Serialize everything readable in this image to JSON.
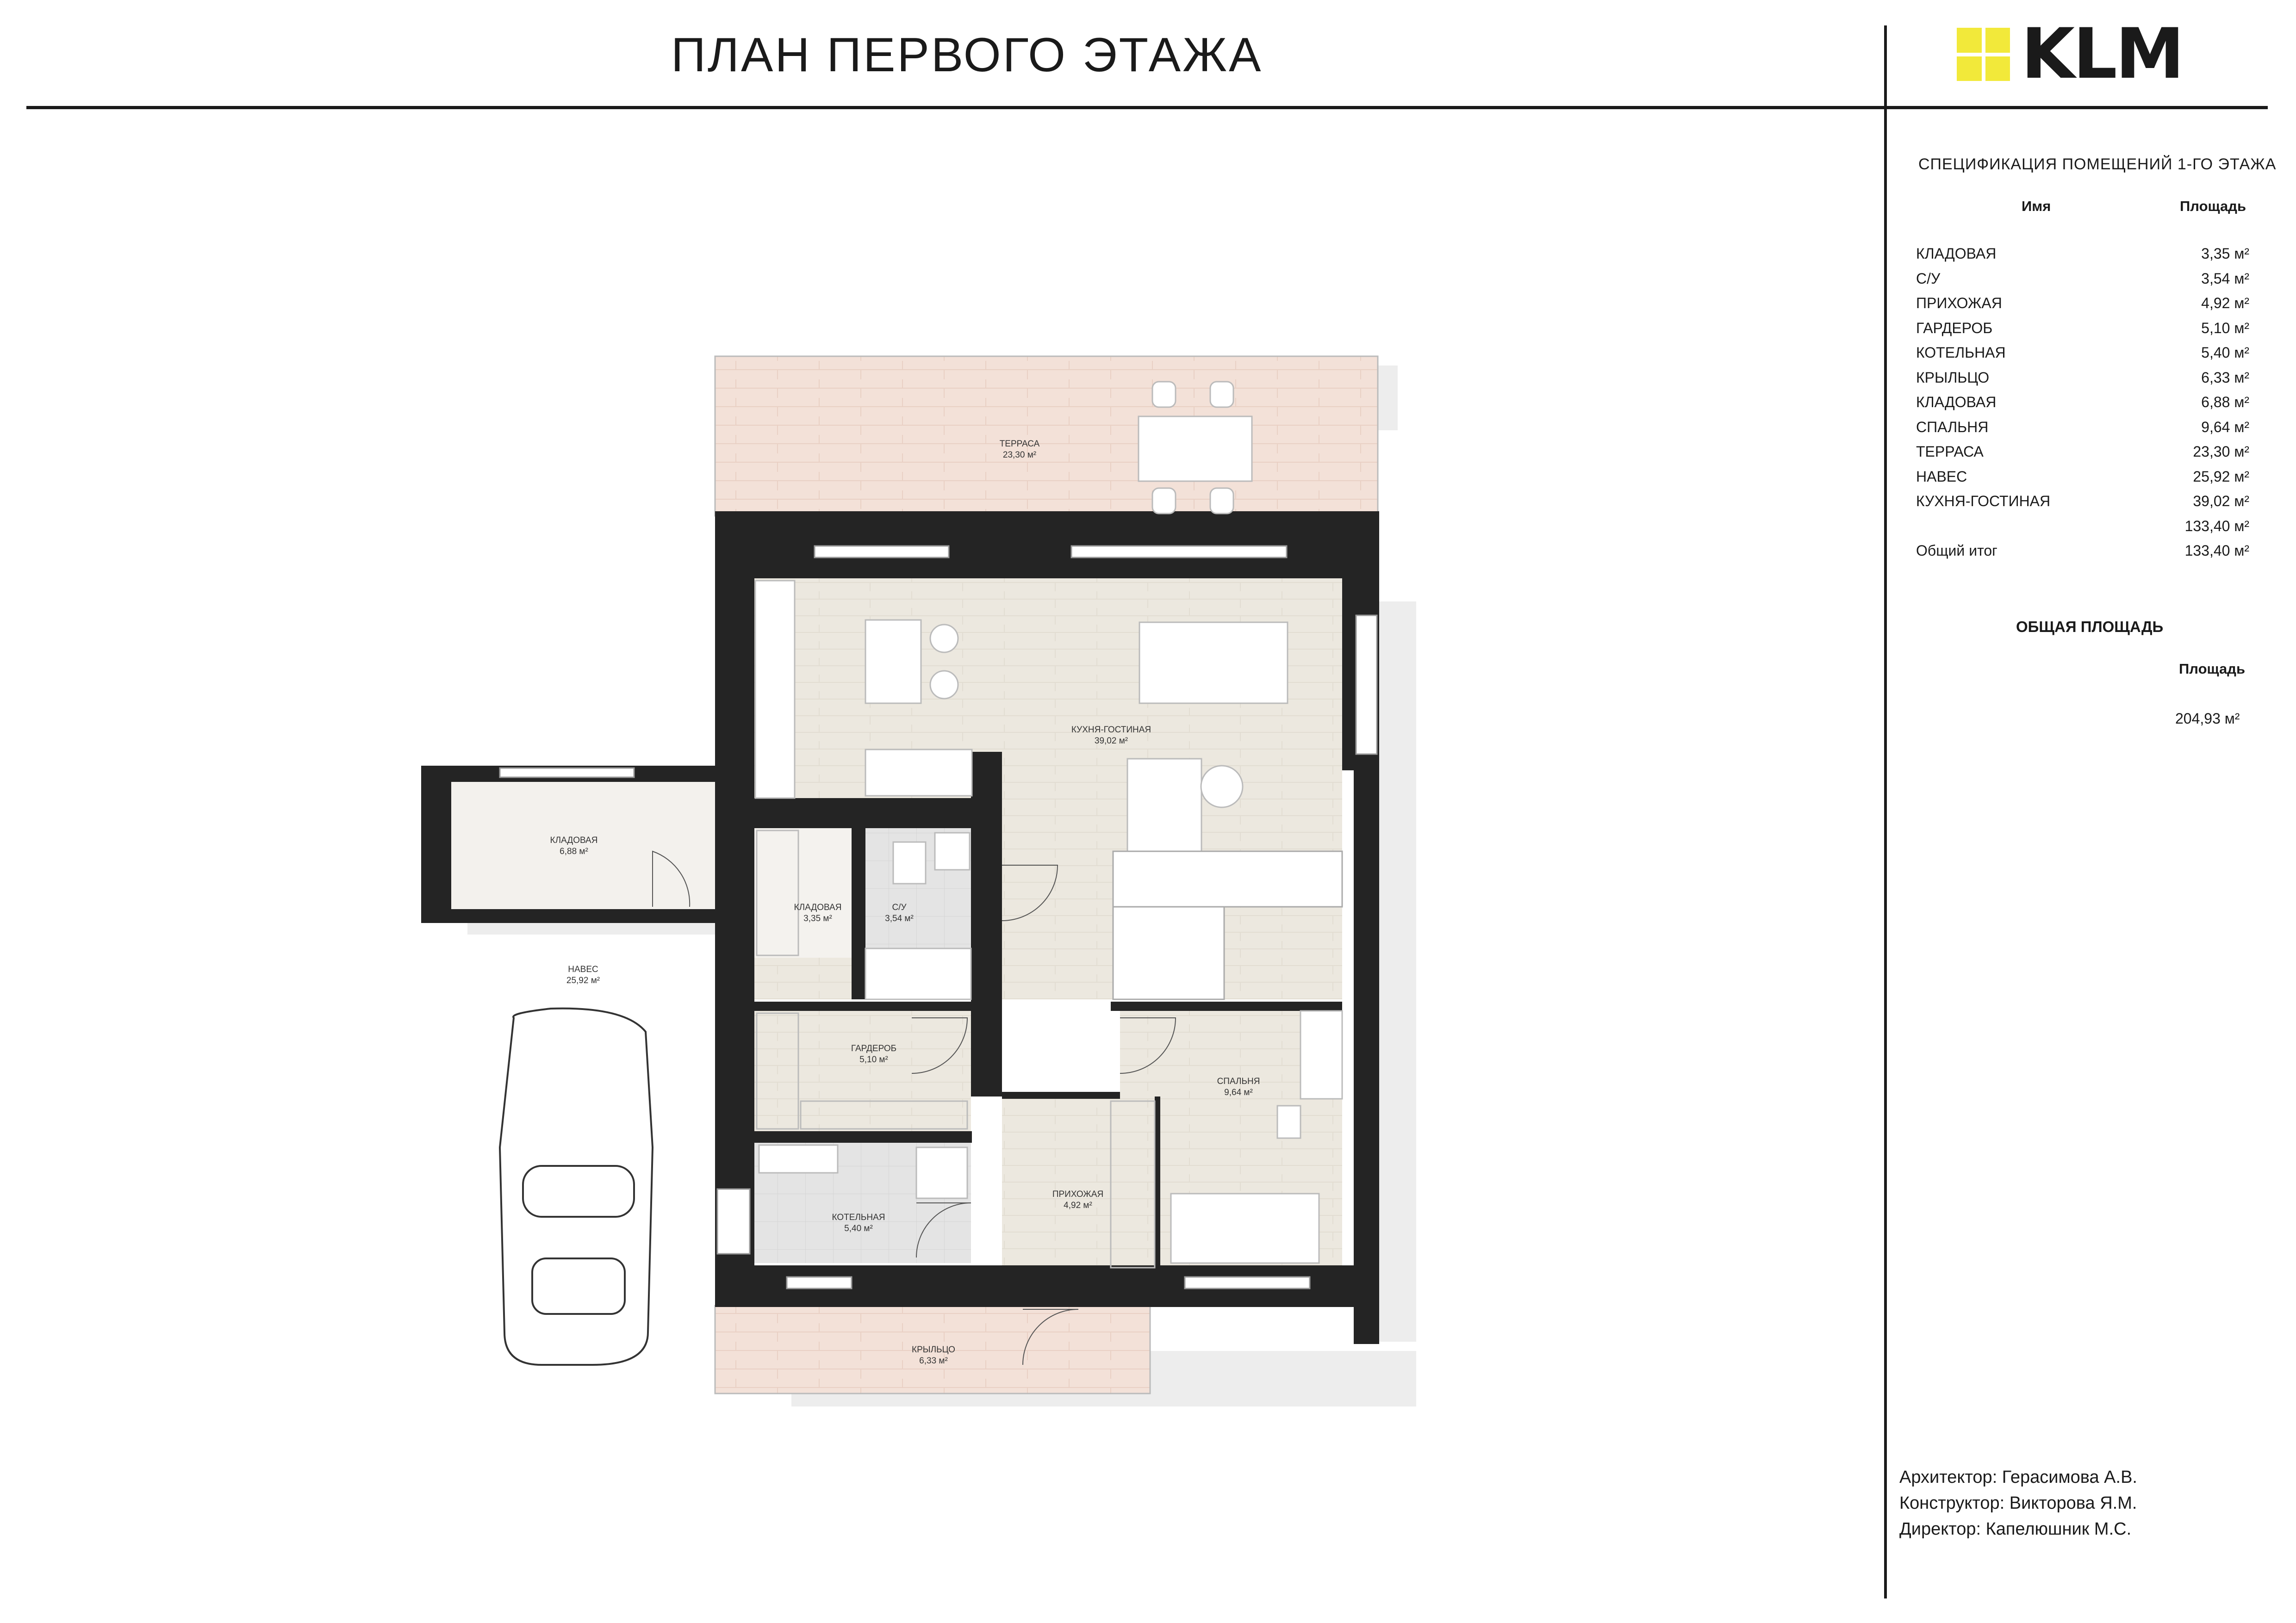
{
  "title": "ПЛАН ПЕРВОГО ЭТАЖА",
  "logo": {
    "text": "KLM",
    "accent_color": "#f2e93a"
  },
  "spec": {
    "title": "СПЕЦИФИКАЦИЯ  ПОМЕЩЕНИЙ  1-ГО ЭТАЖА",
    "col_name": "Имя",
    "col_area": "Площадь",
    "rows": [
      {
        "name": "КЛАДОВАЯ",
        "area": "3,35 м²"
      },
      {
        "name": "С/У",
        "area": "3,54 м²"
      },
      {
        "name": "ПРИХОЖАЯ",
        "area": "4,92 м²"
      },
      {
        "name": "ГАРДЕРОБ",
        "area": "5,10 м²"
      },
      {
        "name": "КОТЕЛЬНАЯ",
        "area": "5,40 м²"
      },
      {
        "name": "КРЫЛЬЦО",
        "area": "6,33 м²"
      },
      {
        "name": "КЛАДОВАЯ",
        "area": "6,88 м²"
      },
      {
        "name": "СПАЛЬНЯ",
        "area": "9,64 м²"
      },
      {
        "name": "ТЕРРАСА",
        "area": "23,30 м²"
      },
      {
        "name": "НАВЕС",
        "area": "25,92 м²"
      },
      {
        "name": "КУХНЯ-ГОСТИНАЯ",
        "area": "39,02 м²"
      },
      {
        "name": "",
        "area": "133,40 м²"
      },
      {
        "name": "Общий итог",
        "area": "133,40 м²"
      }
    ]
  },
  "total": {
    "title": "ОБЩАЯ ПЛОЩАДЬ",
    "col_area": "Площадь",
    "value": "204,93 м²"
  },
  "credits": {
    "architect": "Архитектор: Герасимова А.В.",
    "constructor": "Конструктор: Викторова Я.М.",
    "director": "Директор: Капелюшник М.С."
  },
  "rooms": {
    "terrace": {
      "name": "ТЕРРАСА",
      "area": "23,30 м²"
    },
    "kitchen": {
      "name": "КУХНЯ-ГОСТИНАЯ",
      "area": "39,02 м²"
    },
    "storage_big": {
      "name": "КЛАДОВАЯ",
      "area": "6,88 м²"
    },
    "storage_small": {
      "name": "КЛАДОВАЯ",
      "area": "3,35 м²"
    },
    "bathroom": {
      "name": "С/У",
      "area": "3,54 м²"
    },
    "canopy": {
      "name": "НАВЕС",
      "area": "25,92 м²"
    },
    "wardrobe": {
      "name": "ГАРДЕРОБ",
      "area": "5,10 м²"
    },
    "bedroom": {
      "name": "СПАЛЬНЯ",
      "area": "9,64 м²"
    },
    "boiler": {
      "name": "КОТЕЛЬНАЯ",
      "area": "5,40 м²"
    },
    "hall": {
      "name": "ПРИХОЖАЯ",
      "area": "4,92 м²"
    },
    "porch": {
      "name": "КРЫЛЬЦО",
      "area": "6,33 м²"
    }
  },
  "colors": {
    "wall": "#242424",
    "deck": "#f3e1d8",
    "floor": "#ece8df",
    "tile": "#e4e4e4",
    "shadow": "#ececec"
  }
}
